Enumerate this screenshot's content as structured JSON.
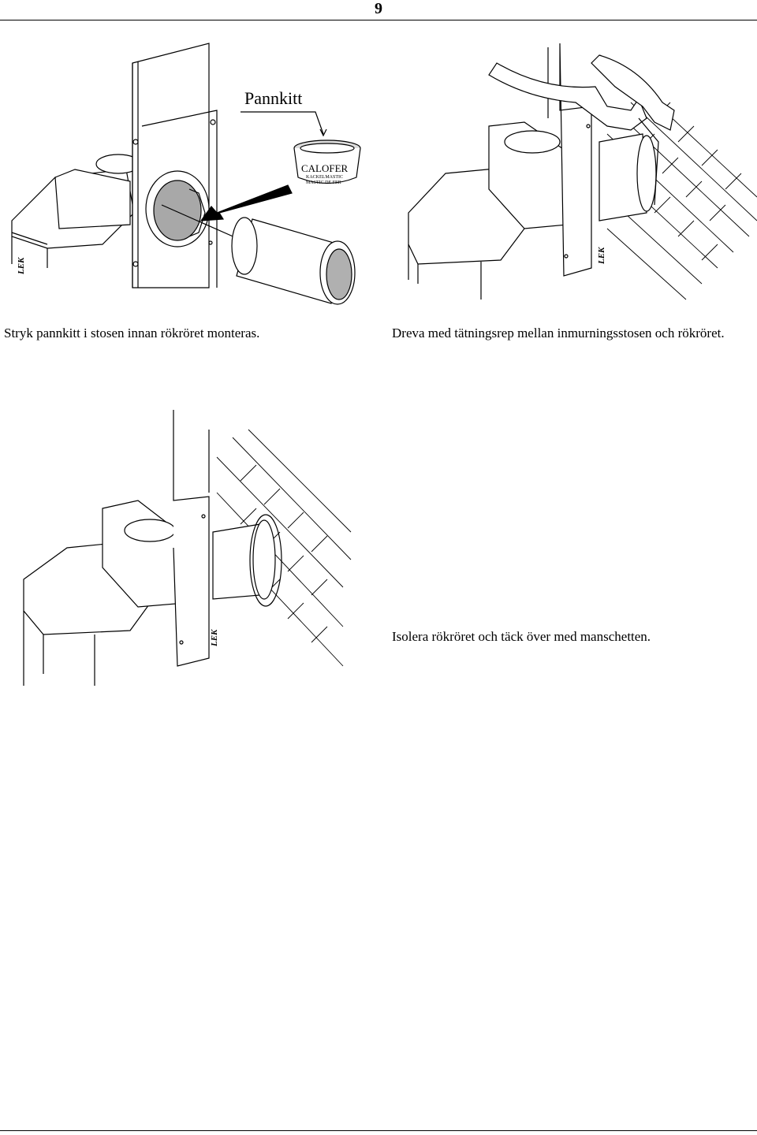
{
  "page": {
    "number": "9"
  },
  "figures": [
    {
      "callout": "Pannkitt",
      "can_label_lines": [
        "CALOFER",
        "KACKELMASTIC",
        "MASTIC DE FER"
      ],
      "side_label": "LEK",
      "caption": "Stryk pannkitt i stosen innan rökröret monteras."
    },
    {
      "side_label": "LEK",
      "caption": "Dreva med tätningsrep mellan inmurningsstosen och rökröret."
    },
    {
      "side_label": "LEK",
      "caption": "Isolera rökröret och täck över med manschetten."
    }
  ]
}
